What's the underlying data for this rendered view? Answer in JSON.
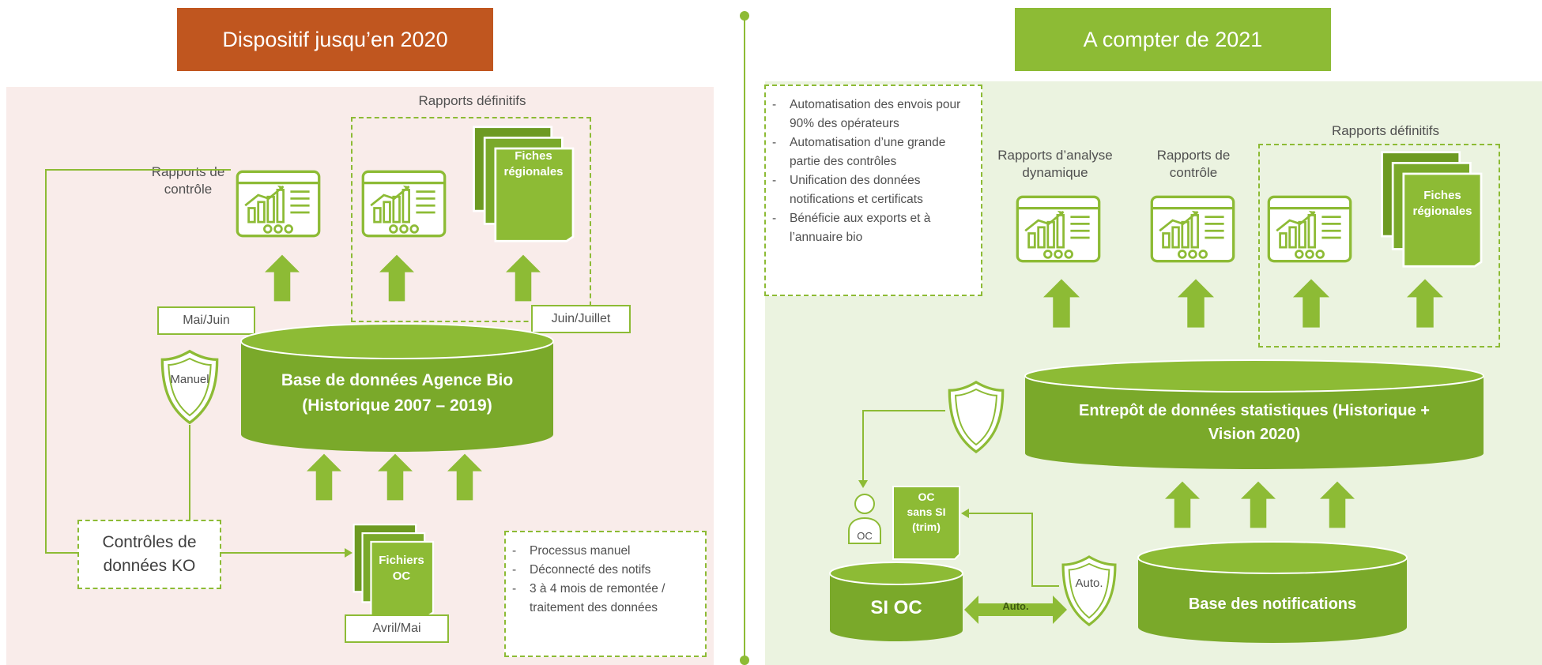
{
  "left": {
    "banner": "Dispositif jusqu’en 2020",
    "rapports_definitifs": "Rapports définitifs",
    "rapports_controle": "Rapports de\ncontrôle",
    "fiches_regionales": "Fiches\nrégionales",
    "mai_juin": "Mai/Juin",
    "juin_juillet": "Juin/Juillet",
    "manuel": "Manuel",
    "database": "Base de données Agence Bio\n(Historique 2007 – 2019)",
    "controles": "Contrôles de\ndonnées KO",
    "fichiers_oc": "Fichiers\nOC",
    "avril_mai": "Avril/Mai",
    "notes": [
      "Processus manuel",
      "Déconnecté des notifs",
      "3 à 4 mois de remontée / traitement des données"
    ]
  },
  "right": {
    "banner": "A compter de 2021",
    "benefits": [
      "Automatisation des envois pour 90% des opérateurs",
      "Automatisation d’une grande partie des contrôles",
      "Unification des données notifications et certificats",
      "Bénéficie aux exports et à l’annuaire bio"
    ],
    "rapports_analyse": "Rapports d’analyse\ndynamique",
    "rapports_controle": "Rapports de\ncontrôle",
    "rapports_definitifs": "Rapports définitifs",
    "fiches_regionales": "Fiches\nrégionales",
    "entrepot": "Entrepôt de données statistiques (Historique +\nVision 2020)",
    "oc": "OC",
    "oc_sans_si": "OC\nsans SI\n(trim)",
    "auto_shield": "Auto.",
    "auto_arrow": "Auto.",
    "si_oc": "SI OC",
    "base_notifications": "Base des notifications"
  },
  "colors": {
    "green": "#8dbb35",
    "dark_green": "#6d9a22",
    "orange": "#c0561f",
    "pink_bg": "#f9ecea",
    "green_bg": "#ebf3e0"
  }
}
